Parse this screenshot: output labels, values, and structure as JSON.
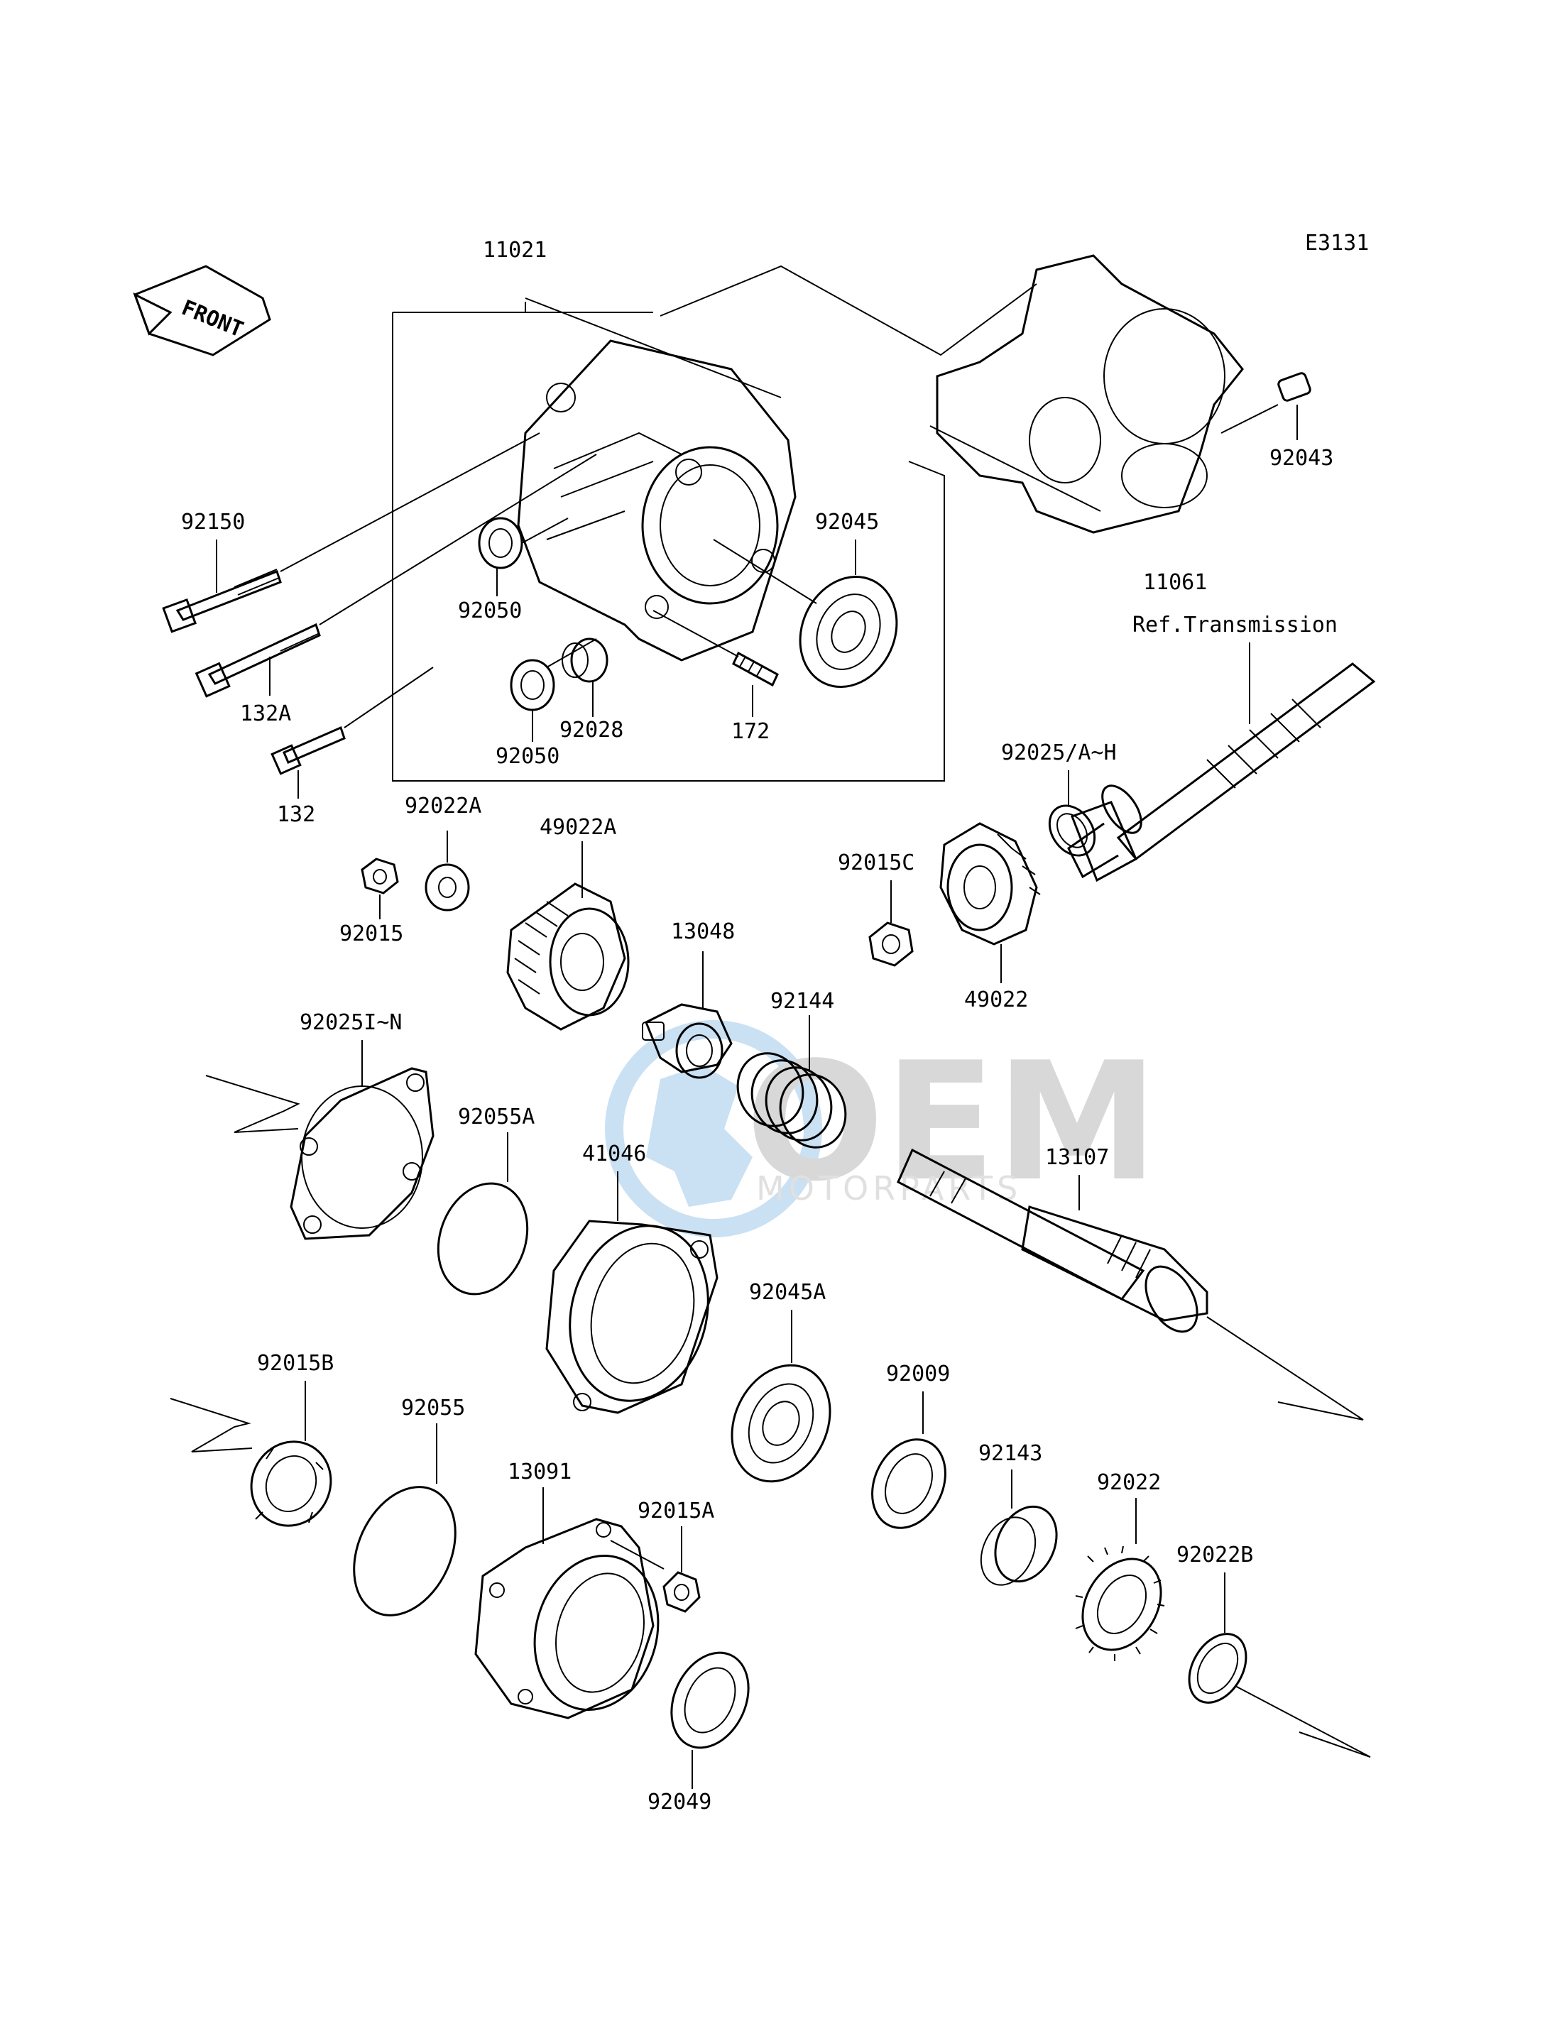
{
  "diagram": {
    "code": "E3131",
    "front_label": "FRONT",
    "ref_label": "Ref.Transmission",
    "watermark": {
      "brand": "OEM",
      "sub": "MOTORPARTS",
      "color": "#9fc8ea"
    },
    "parts": [
      {
        "id": "p11021",
        "label": "11021"
      },
      {
        "id": "p11061",
        "label": "11061"
      },
      {
        "id": "p92043",
        "label": "92043"
      },
      {
        "id": "p92150",
        "label": "92150"
      },
      {
        "id": "p92045",
        "label": "92045"
      },
      {
        "id": "p92050a",
        "label": "92050"
      },
      {
        "id": "p132a",
        "label": "132A"
      },
      {
        "id": "p92050b",
        "label": "92050"
      },
      {
        "id": "p92028",
        "label": "92028"
      },
      {
        "id": "p172",
        "label": "172"
      },
      {
        "id": "p132",
        "label": "132"
      },
      {
        "id": "p92022a",
        "label": "92022A"
      },
      {
        "id": "p49022a",
        "label": "49022A"
      },
      {
        "id": "p92015",
        "label": "92015"
      },
      {
        "id": "p92025ah",
        "label": "92025/A~H"
      },
      {
        "id": "p92015c",
        "label": "92015C"
      },
      {
        "id": "p13048",
        "label": "13048"
      },
      {
        "id": "p49022",
        "label": "49022"
      },
      {
        "id": "p92144",
        "label": "92144"
      },
      {
        "id": "p92025in",
        "label": "92025I~N"
      },
      {
        "id": "p92055a",
        "label": "92055A"
      },
      {
        "id": "p41046",
        "label": "41046"
      },
      {
        "id": "p13107",
        "label": "13107"
      },
      {
        "id": "p92045a",
        "label": "92045A"
      },
      {
        "id": "p92009",
        "label": "92009"
      },
      {
        "id": "p92015b",
        "label": "92015B"
      },
      {
        "id": "p92055",
        "label": "92055"
      },
      {
        "id": "p92143",
        "label": "92143"
      },
      {
        "id": "p13091",
        "label": "13091"
      },
      {
        "id": "p92015a",
        "label": "92015A"
      },
      {
        "id": "p92022",
        "label": "92022"
      },
      {
        "id": "p92022b",
        "label": "92022B"
      },
      {
        "id": "p92049",
        "label": "92049"
      }
    ]
  }
}
